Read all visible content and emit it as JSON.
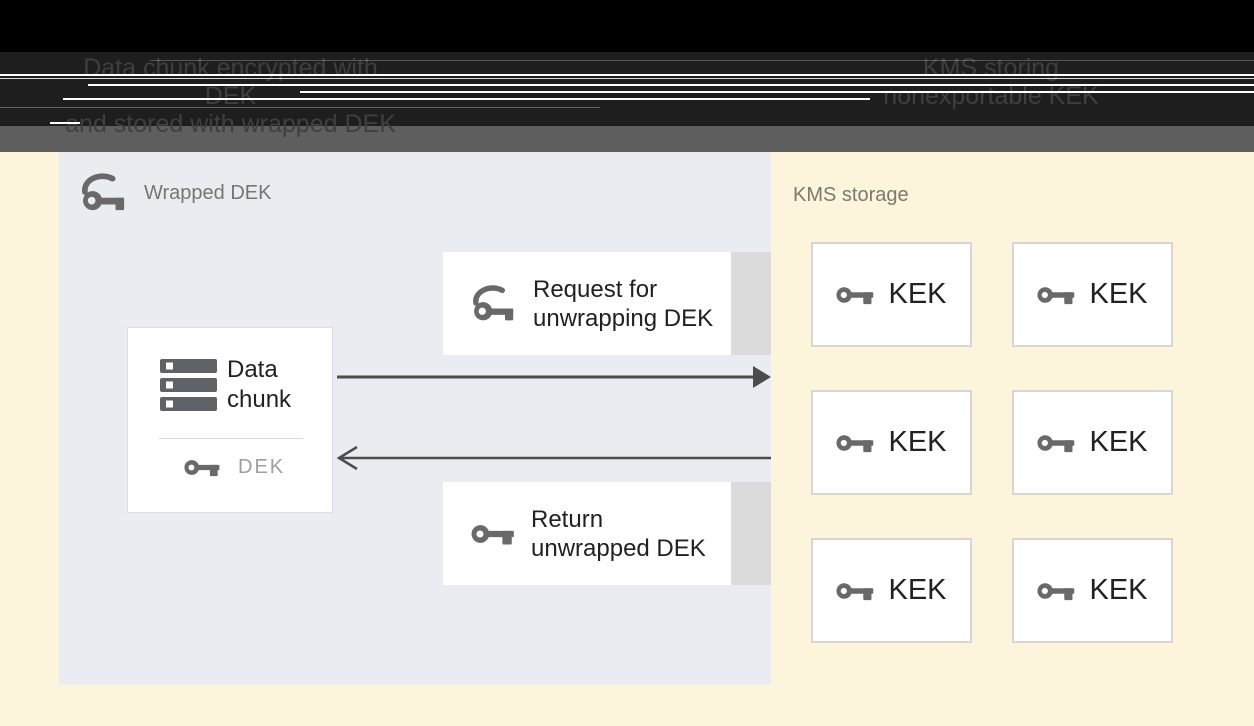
{
  "header": {
    "left_caption": {
      "line1": "Data chunk encrypted with DEK",
      "line2": "and stored with wrapped DEK"
    },
    "right_caption": {
      "line1": "KMS storing",
      "line2": "nonexportable KEK"
    }
  },
  "wrapped_dek_panel": {
    "label": "Wrapped DEK",
    "data_chunk": {
      "label_line1": "Data",
      "label_line2": "chunk",
      "key_label": "DEK"
    },
    "request_box": {
      "line1": "Request for",
      "line2": "unwrapping DEK"
    },
    "return_box": {
      "line1": "Return",
      "line2": "unwrapped DEK"
    }
  },
  "kms": {
    "label": "KMS storage",
    "keks": [
      {
        "label": "KEK"
      },
      {
        "label": "KEK"
      },
      {
        "label": "KEK"
      },
      {
        "label": "KEK"
      },
      {
        "label": "KEK"
      },
      {
        "label": "KEK"
      }
    ]
  },
  "icons": {
    "wrapped_key": "wrapped-key-icon",
    "key": "key-icon",
    "data_chunk": "storage-stack-icon"
  },
  "colors": {
    "header_black": "#000000",
    "header_dark": "#1e1e1e",
    "header_text": "#3f3f3f",
    "gray_band": "#5e5e5e",
    "cream_background": "#fcf5dc",
    "panel_background": "#e9edf2",
    "box_gray_strip": "#dbdbdb",
    "key_icon_gray": "#696969",
    "text_dark": "#212121",
    "text_gray": "#757575",
    "dek_text_gray": "#9e9e9e",
    "arrow_gray": "#4c4c4c"
  }
}
